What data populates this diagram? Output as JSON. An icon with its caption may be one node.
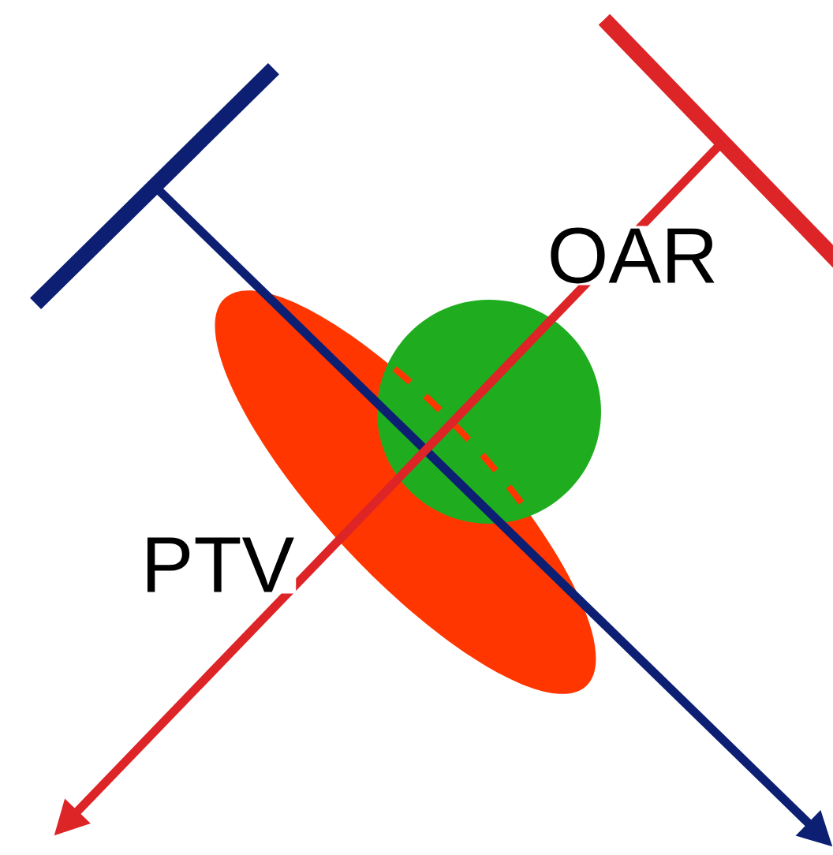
{
  "diagram": {
    "nodes": [
      {
        "text": [],
        "shape": "bar"
      },
      {
        "text": [],
        "shape": "bar"
      },
      {
        "text": [],
        "shape": "ellipse",
        "beside": [
          "PTV"
        ]
      },
      {
        "text": [],
        "shape": "circle",
        "beside": [
          "OAR"
        ]
      }
    ],
    "edges": [
      {
        "from": 0,
        "to": null,
        "arrow": "to",
        "color": "#0c1f72"
      },
      {
        "from": 1,
        "to": null,
        "arrow": "to",
        "color": "#dd2427"
      }
    ]
  }
}
